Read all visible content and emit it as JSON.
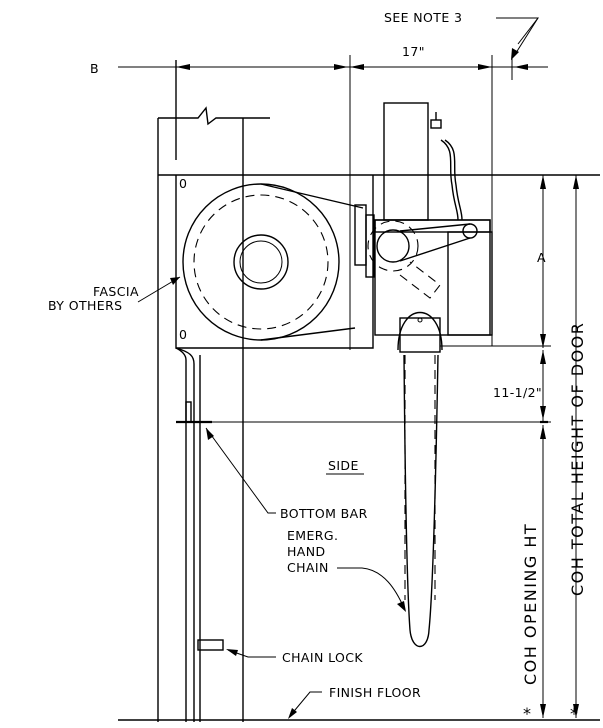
{
  "labels": {
    "see_note": "SEE NOTE 3",
    "dim_17": "17\"",
    "dim_b": "B",
    "dim_a": "A",
    "dim_11_5": "11-1/2\"",
    "fascia_1": "FASCIA",
    "fascia_2": "BY OTHERS",
    "side": "SIDE",
    "bottom_bar": "BOTTOM BAR",
    "emerg_1": "EMERG.",
    "emerg_2": "HAND",
    "emerg_3": "CHAIN",
    "chain_lock": "CHAIN LOCK",
    "finish_floor": "FINISH FLOOR",
    "opening_ht": "COH OPENING HT",
    "total_ht": "COH TOTAL HEIGHT OF DOOR",
    "bracket_mark_top": "0",
    "bracket_mark_bottom": "0",
    "asterisk": "*"
  }
}
